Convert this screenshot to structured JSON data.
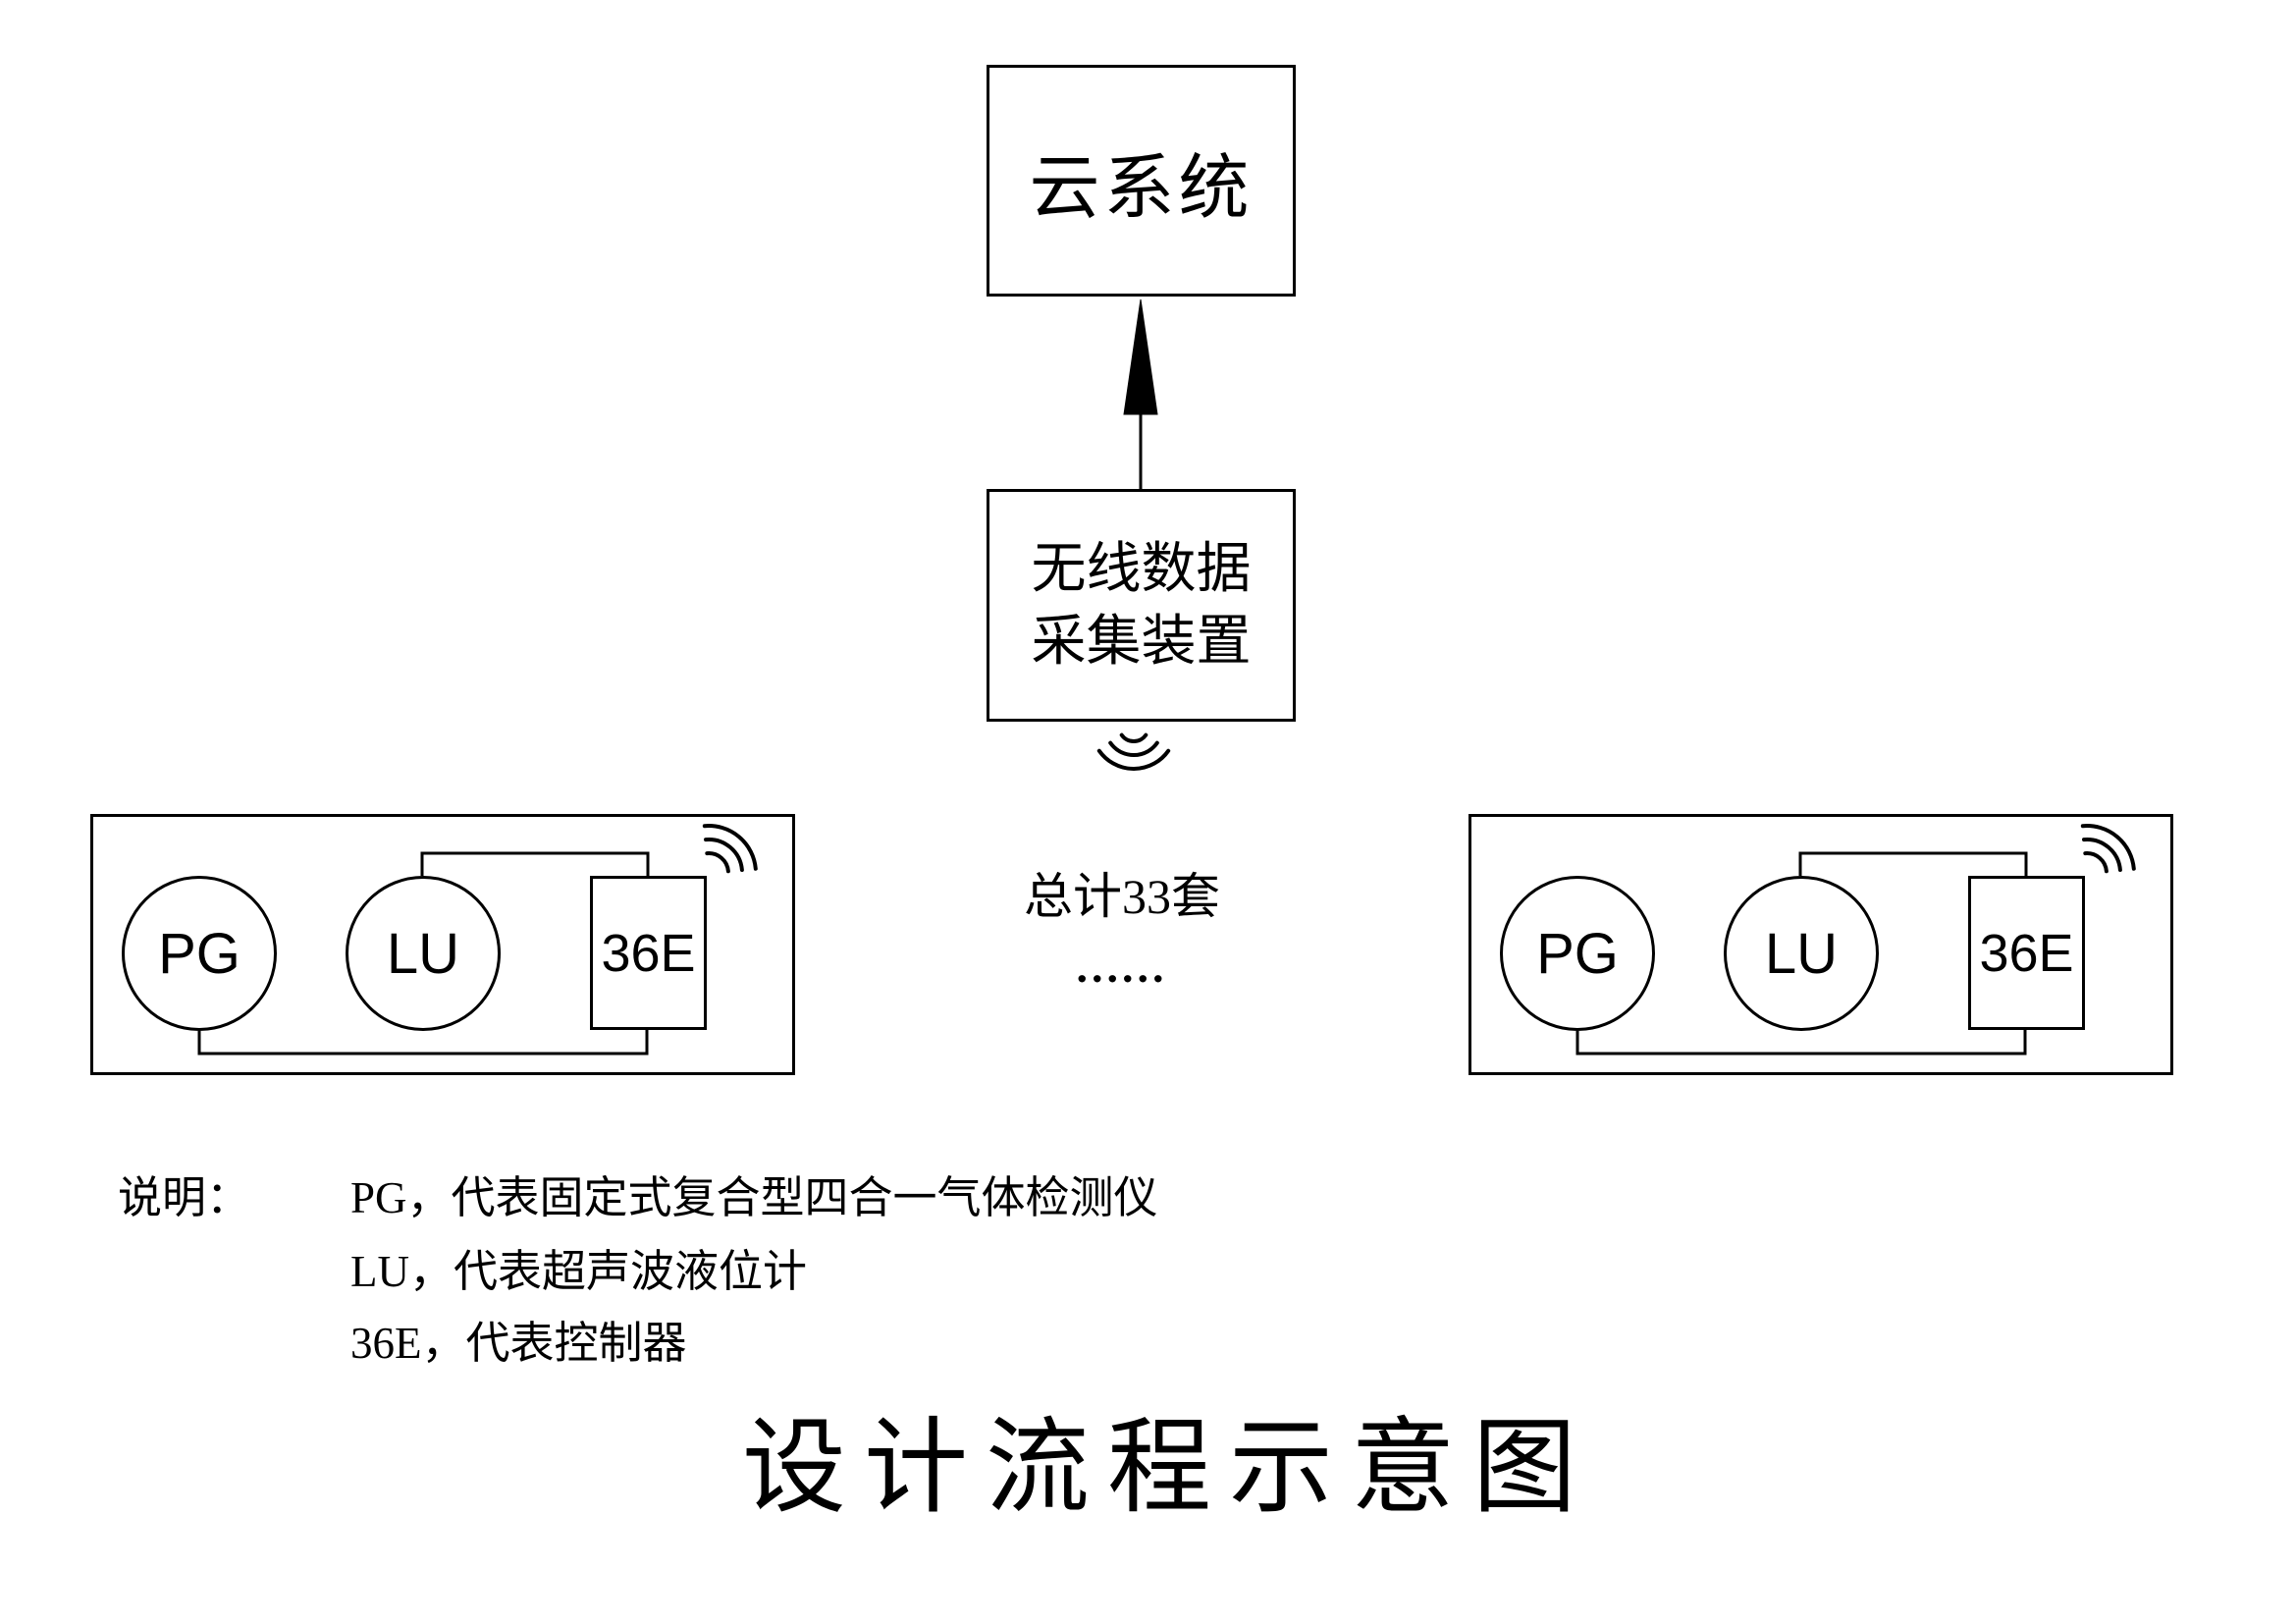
{
  "title": "设计流程示意图",
  "cloud_box": {
    "label": "云系统"
  },
  "gateway_box": {
    "line1": "无线数据",
    "line2": "采集装置"
  },
  "count_note": {
    "line1": "总计33套",
    "line2": "......"
  },
  "units": [
    {
      "sensor1": "PG",
      "sensor2": "LU",
      "controller": "36E"
    },
    {
      "sensor1": "PG",
      "sensor2": "LU",
      "controller": "36E"
    }
  ],
  "legend": {
    "label": "说明：",
    "items": [
      "PG，代表固定式复合型四合一气体检测仪",
      "LU，代表超声波液位计",
      "36E，代表控制器"
    ]
  },
  "colors": {
    "ink": "#000000",
    "background": "#ffffff"
  }
}
